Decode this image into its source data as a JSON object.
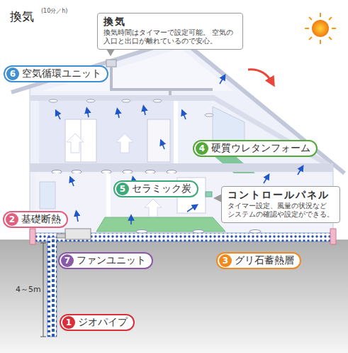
{
  "diagram": {
    "title": "換気",
    "nodes": [
      {
        "text": [
          "換気",
          "換気時間はタイマーで設定可能。 空気の入口と出口が離れているので安心。"
        ]
      },
      {
        "text": [
          "6",
          "空気循環ユニット"
        ]
      },
      {
        "text": [
          "4",
          "硬質ウレタンフォーム"
        ]
      },
      {
        "text": [
          "5",
          "セラミック炭"
        ]
      },
      {
        "text": [
          "コントロールパネル",
          "タイマー設定、風量の状況など システムの確認や設定ができる。"
        ]
      },
      {
        "text": [
          "2",
          "基礎断熱"
        ]
      },
      {
        "text": [
          "7",
          "ファンユニット"
        ]
      },
      {
        "text": [
          "3",
          "グリ石蓄熱層"
        ]
      },
      {
        "text": [
          "1",
          "ジオパイプ"
        ]
      }
    ],
    "labels": [
      "(10分／h)",
      "4～5m"
    ]
  }
}
